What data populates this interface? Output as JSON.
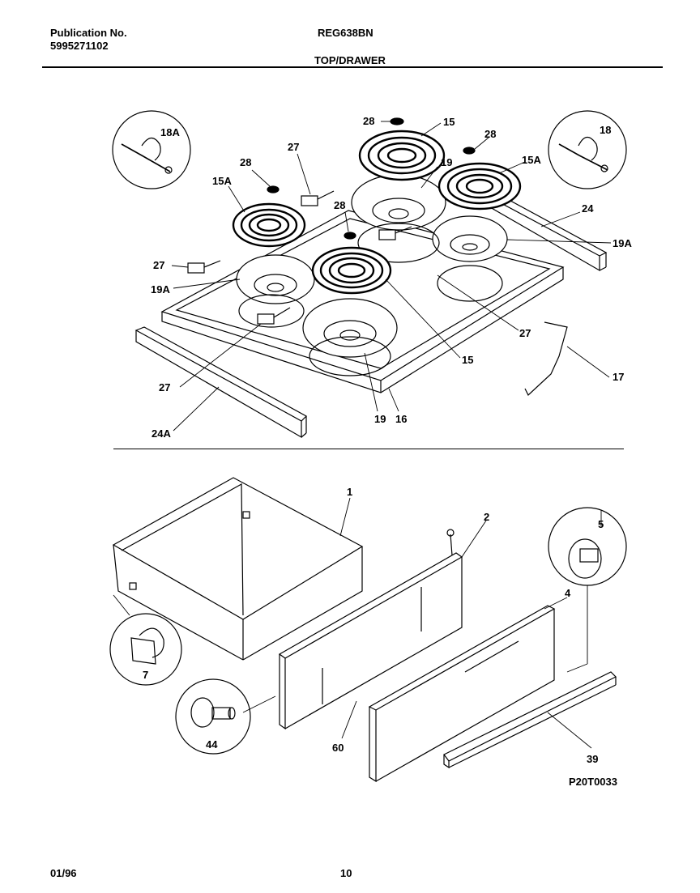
{
  "header": {
    "publication_label": "Publication No.",
    "publication_number": "5995271102",
    "model": "REG638BN",
    "section": "TOP/DRAWER"
  },
  "footer": {
    "date": "01/96",
    "page": "10"
  },
  "diagram": {
    "code": "P20T0033",
    "callouts_top": [
      "28",
      "15",
      "28",
      "18A",
      "18",
      "27",
      "28",
      "15A",
      "15A",
      "19",
      "28",
      "24",
      "19A",
      "27",
      "19A",
      "27",
      "15",
      "17",
      "27",
      "24A",
      "19",
      "16"
    ],
    "callouts_bottom": [
      "1",
      "2",
      "5",
      "4",
      "7",
      "44",
      "60",
      "39"
    ]
  }
}
